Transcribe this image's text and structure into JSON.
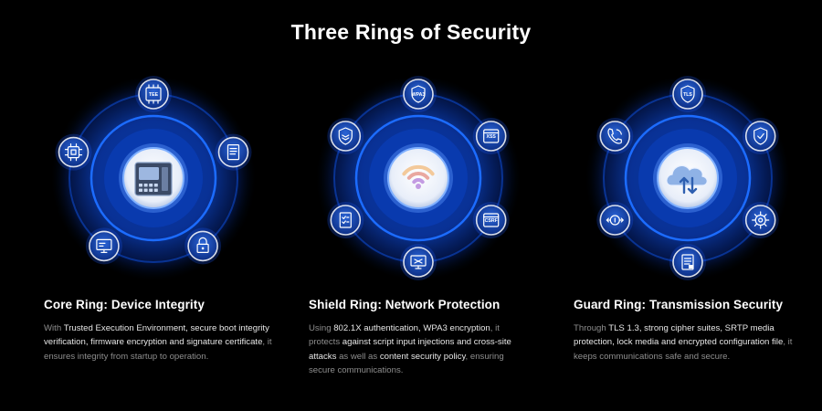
{
  "title": "Three Rings of Security",
  "colors": {
    "background": "#000000",
    "ring_blue": "#1f6fff",
    "node_border": "#2f8dff",
    "body_text": "#8e8e8e",
    "highlight_text": "#e6e6e6"
  },
  "rings": [
    {
      "heading": "Core Ring: Device Integrity",
      "center_icon": "ip-phone-icon",
      "nodes": [
        {
          "icon": "tee-chip-icon",
          "label": "TEE"
        },
        {
          "icon": "document-icon",
          "label": ""
        },
        {
          "icon": "lock-icon",
          "label": ""
        },
        {
          "icon": "certificate-icon",
          "label": ""
        },
        {
          "icon": "processor-chip-icon",
          "label": ""
        }
      ],
      "description": [
        {
          "text": "With ",
          "hl": false
        },
        {
          "text": "Trusted Execution Environment, secure boot integrity verification, firmware encryption and signature certificate",
          "hl": true
        },
        {
          "text": ", it ensures integrity from startup to operation.",
          "hl": false
        }
      ]
    },
    {
      "heading": "Shield Ring: Network Protection",
      "center_icon": "wifi-icon",
      "nodes": [
        {
          "icon": "wpa3-shield-icon",
          "label": "WPA3"
        },
        {
          "icon": "xss-window-icon",
          "label": "XSS"
        },
        {
          "icon": "csrf-window-icon",
          "label": "CSRF"
        },
        {
          "icon": "network-monitor-icon",
          "label": ""
        },
        {
          "icon": "checklist-icon",
          "label": ""
        },
        {
          "icon": "layers-shield-icon",
          "label": ""
        }
      ],
      "description": [
        {
          "text": "Using ",
          "hl": false
        },
        {
          "text": "802.1X authentication, WPA3 encryption",
          "hl": true
        },
        {
          "text": ", it protects ",
          "hl": false
        },
        {
          "text": "against script input injections and cross-site attacks",
          "hl": true
        },
        {
          "text": " as well as ",
          "hl": false
        },
        {
          "text": "content security policy",
          "hl": true
        },
        {
          "text": ", ensuring secure communications.",
          "hl": false
        }
      ]
    },
    {
      "heading": "Guard Ring: Transmission Security",
      "center_icon": "cloud-sync-icon",
      "nodes": [
        {
          "icon": "tls-shield-icon",
          "label": "TLS"
        },
        {
          "icon": "shield-check-icon",
          "label": ""
        },
        {
          "icon": "gear-lock-icon",
          "label": ""
        },
        {
          "icon": "encrypted-file-icon",
          "label": ""
        },
        {
          "icon": "key-exchange-icon",
          "label": ""
        },
        {
          "icon": "phone-call-icon",
          "label": ""
        }
      ],
      "description": [
        {
          "text": "Through ",
          "hl": false
        },
        {
          "text": "TLS 1.3, strong cipher suites, SRTP media protection, lock media and encrypted configuration file",
          "hl": true
        },
        {
          "text": ", it keeps communications safe and secure.",
          "hl": false
        }
      ]
    }
  ]
}
